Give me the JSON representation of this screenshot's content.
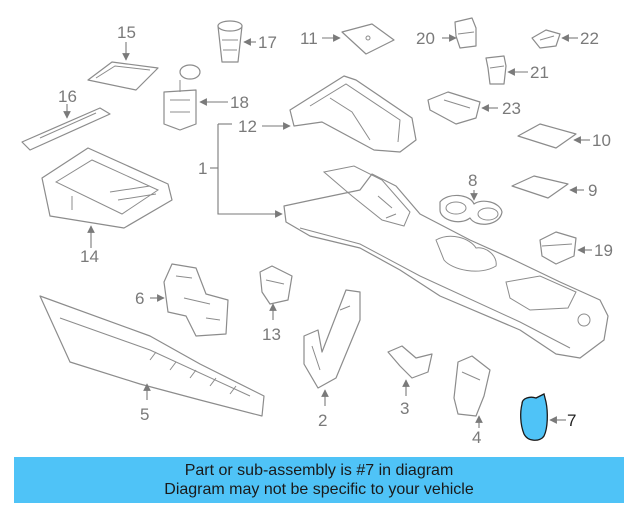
{
  "callouts": {
    "c1": "1",
    "c2": "2",
    "c3": "3",
    "c4": "4",
    "c5": "5",
    "c6": "6",
    "c7": "7",
    "c8": "8",
    "c9": "9",
    "c10": "10",
    "c11": "11",
    "c12": "12",
    "c13": "13",
    "c14": "14",
    "c15": "15",
    "c16": "16",
    "c17": "17",
    "c18": "18",
    "c19": "19",
    "c20": "20",
    "c21": "21",
    "c22": "22",
    "c23": "23"
  },
  "highlighted_part": "7",
  "colors": {
    "highlight": "#4fc3f7",
    "line": "#8c8c8c",
    "banner": "#4fc3f7"
  },
  "banner": {
    "line1": "Part or sub-assembly is #7 in diagram",
    "line2": "Diagram may not be specific to your vehicle"
  }
}
